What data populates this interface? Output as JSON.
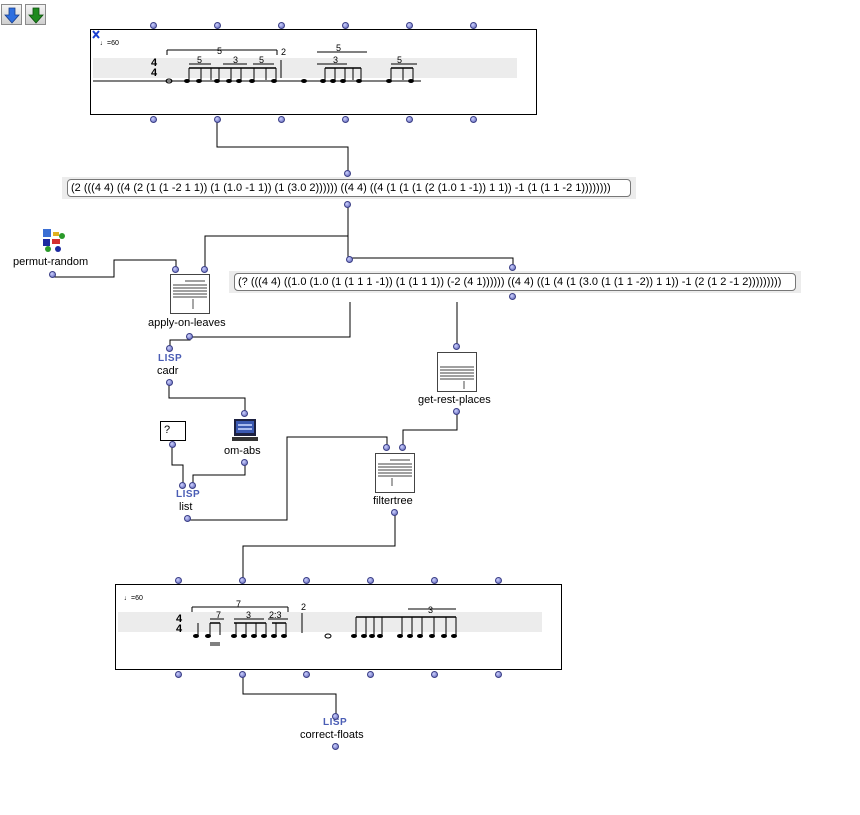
{
  "toolbar": {
    "down_blue_icon": "arrow-down-blue",
    "down_green_icon": "arrow-down-green"
  },
  "voice_top": {
    "tempo": "=60",
    "time_sig_num": "4",
    "time_sig_den": "4",
    "tuplets": [
      "5",
      "5",
      "3",
      "5",
      "2",
      "5",
      "3",
      "5"
    ]
  },
  "tree_input": {
    "value": "(2 (((4 4) ((4 (2 (1 (1 -2 1 1)) (1 (1.0 -1 1)) (1 (3.0 2)))))) ((4 4) ((4 (1 (1 (1 (2 (1.0 1 -1)) 1 1)) -1 (1 (1 1 -2 1))))))))"
  },
  "tree_output": {
    "value": "(? (((4 4) ((1.0 (1.0 (1 (1 1 1 -1)) (1 (1 1 1)) (-2 (4 1)))))) ((4 4) ((1 (4 (1 (3.0 (1 (1 1 -2)) 1 1)) -1 (2 (1 2 -1 2)))))))))"
  },
  "boxes": {
    "permut_random": "permut-random",
    "apply_on_leaves": "apply-on-leaves",
    "lisp_tag": "LISP",
    "cadr": "cadr",
    "om_abs": "om-abs",
    "question": "?",
    "list": "list",
    "get_rest_places": "get-rest-places",
    "filtertree": "filtertree",
    "correct_floats": "correct-floats"
  },
  "voice_bottom": {
    "tempo": "=60",
    "time_sig_num": "4",
    "time_sig_den": "4",
    "tuplets": [
      "7",
      "7",
      "3",
      "2:3",
      "2",
      "3"
    ]
  }
}
